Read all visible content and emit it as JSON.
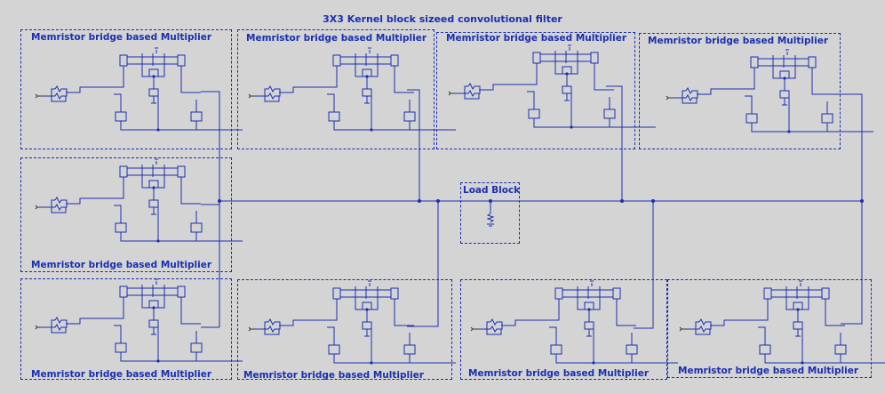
{
  "title": "3X3 Kernel block sizeed convolutional filter",
  "load_block": {
    "label": "Load Block"
  },
  "blocks": [
    {
      "label": "Memristor bridge based Multiplier"
    },
    {
      "label": "Memristor bridge based Multiplier"
    },
    {
      "label": "Memristor bridge based Multiplier"
    },
    {
      "label": "Memristor bridge based Multiplier"
    },
    {
      "label": "Memristor bridge based Multiplier"
    },
    {
      "label": "Memristor bridge based Multiplier"
    },
    {
      "label": "Memristor bridge based Multiplier"
    },
    {
      "label": "Memristor bridge based Multiplier"
    },
    {
      "label": "Memristor bridge based Multiplier"
    }
  ],
  "colors": {
    "wire": "#1a2fb0",
    "background": "#d4d4d4",
    "source": "#333333"
  }
}
